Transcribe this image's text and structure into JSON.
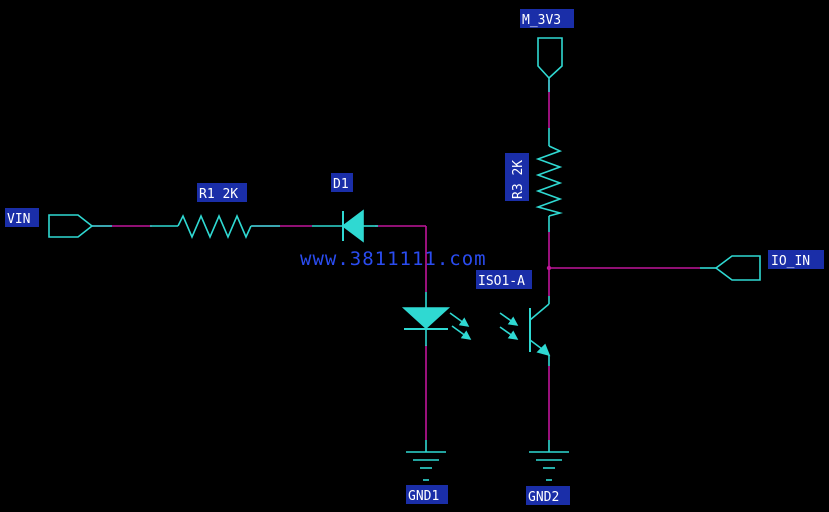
{
  "colors": {
    "background": "#000000",
    "wire": "#c0159a",
    "component": "#2fd9d2",
    "label_text": "#ffffff",
    "label_box": "#1a2ea8",
    "watermark": "#2a4cf0"
  },
  "labels": {
    "vin": "VIN",
    "r1": "R1 2K",
    "d1": "D1",
    "r3": "R3 2K",
    "m_3v3": "M_3V3",
    "io_in": "IO_IN",
    "iso1": "ISO1-A",
    "gnd1": "GND1",
    "gnd2": "GND2"
  },
  "watermark": "www.3811111.com",
  "icons": {
    "vin_port": "port-arrow-icon",
    "m_3v3_port": "power-port-icon",
    "io_in_port": "port-arrow-icon",
    "d1": "diode-icon",
    "r1": "resistor-icon",
    "r3": "resistor-icon",
    "led": "led-emitter-icon",
    "phototransistor": "phototransistor-icon",
    "gnd1": "ground-icon",
    "gnd2": "ground-icon"
  }
}
